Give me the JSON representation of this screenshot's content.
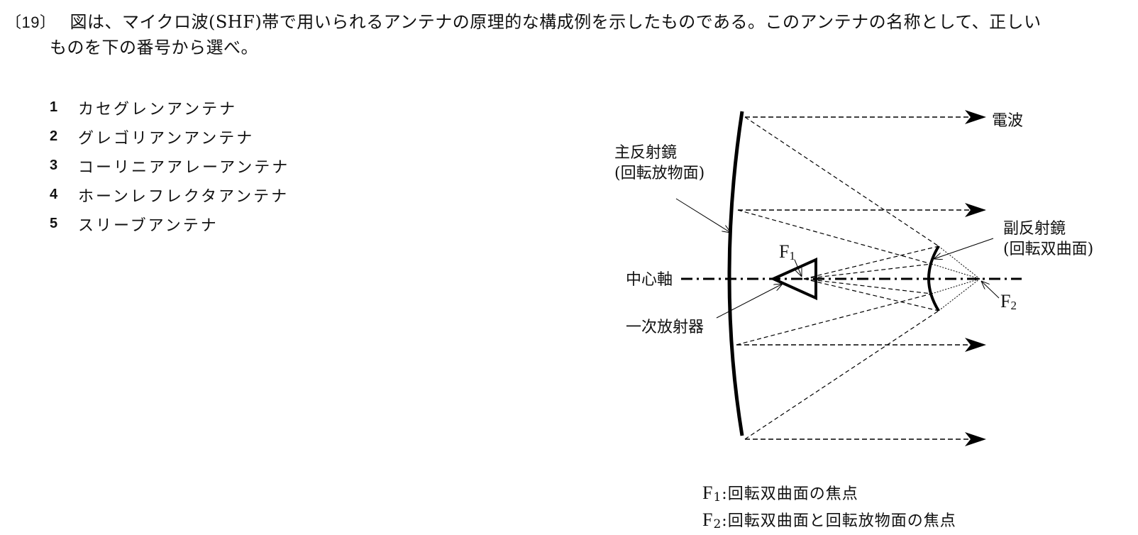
{
  "question": {
    "number": "〔19〕",
    "line1": "図は、マイクロ波(SHF)帯で用いられるアンテナの原理的な構成例を示したものである。このアンテナの名称として、正しい",
    "line2": "ものを下の番号から選べ。"
  },
  "choices": [
    {
      "num": "1",
      "label": "カセグレンアンテナ"
    },
    {
      "num": "2",
      "label": "グレゴリアンアンテナ"
    },
    {
      "num": "3",
      "label": "コーリニアアレーアンテナ"
    },
    {
      "num": "4",
      "label": "ホーンレフレクタアンテナ"
    },
    {
      "num": "5",
      "label": "スリーブアンテナ"
    }
  ],
  "figure": {
    "wave_label": "電波",
    "main_reflector_label": "主反射鏡",
    "main_reflector_sub": "(回転放物面)",
    "sub_reflector_label": "副反射鏡",
    "sub_reflector_sub": "(回転双曲面)",
    "axis_label": "中心軸",
    "feed_label": "一次放射器",
    "f1": "F",
    "f1_sub": "1",
    "f2": "F",
    "f2_sub": "2"
  },
  "legend": [
    {
      "sym": "F",
      "sub": "1",
      "text": ":回転双曲面の焦点"
    },
    {
      "sym": "F",
      "sub": "2",
      "text": ":回転双曲面と回転放物面の焦点"
    }
  ]
}
